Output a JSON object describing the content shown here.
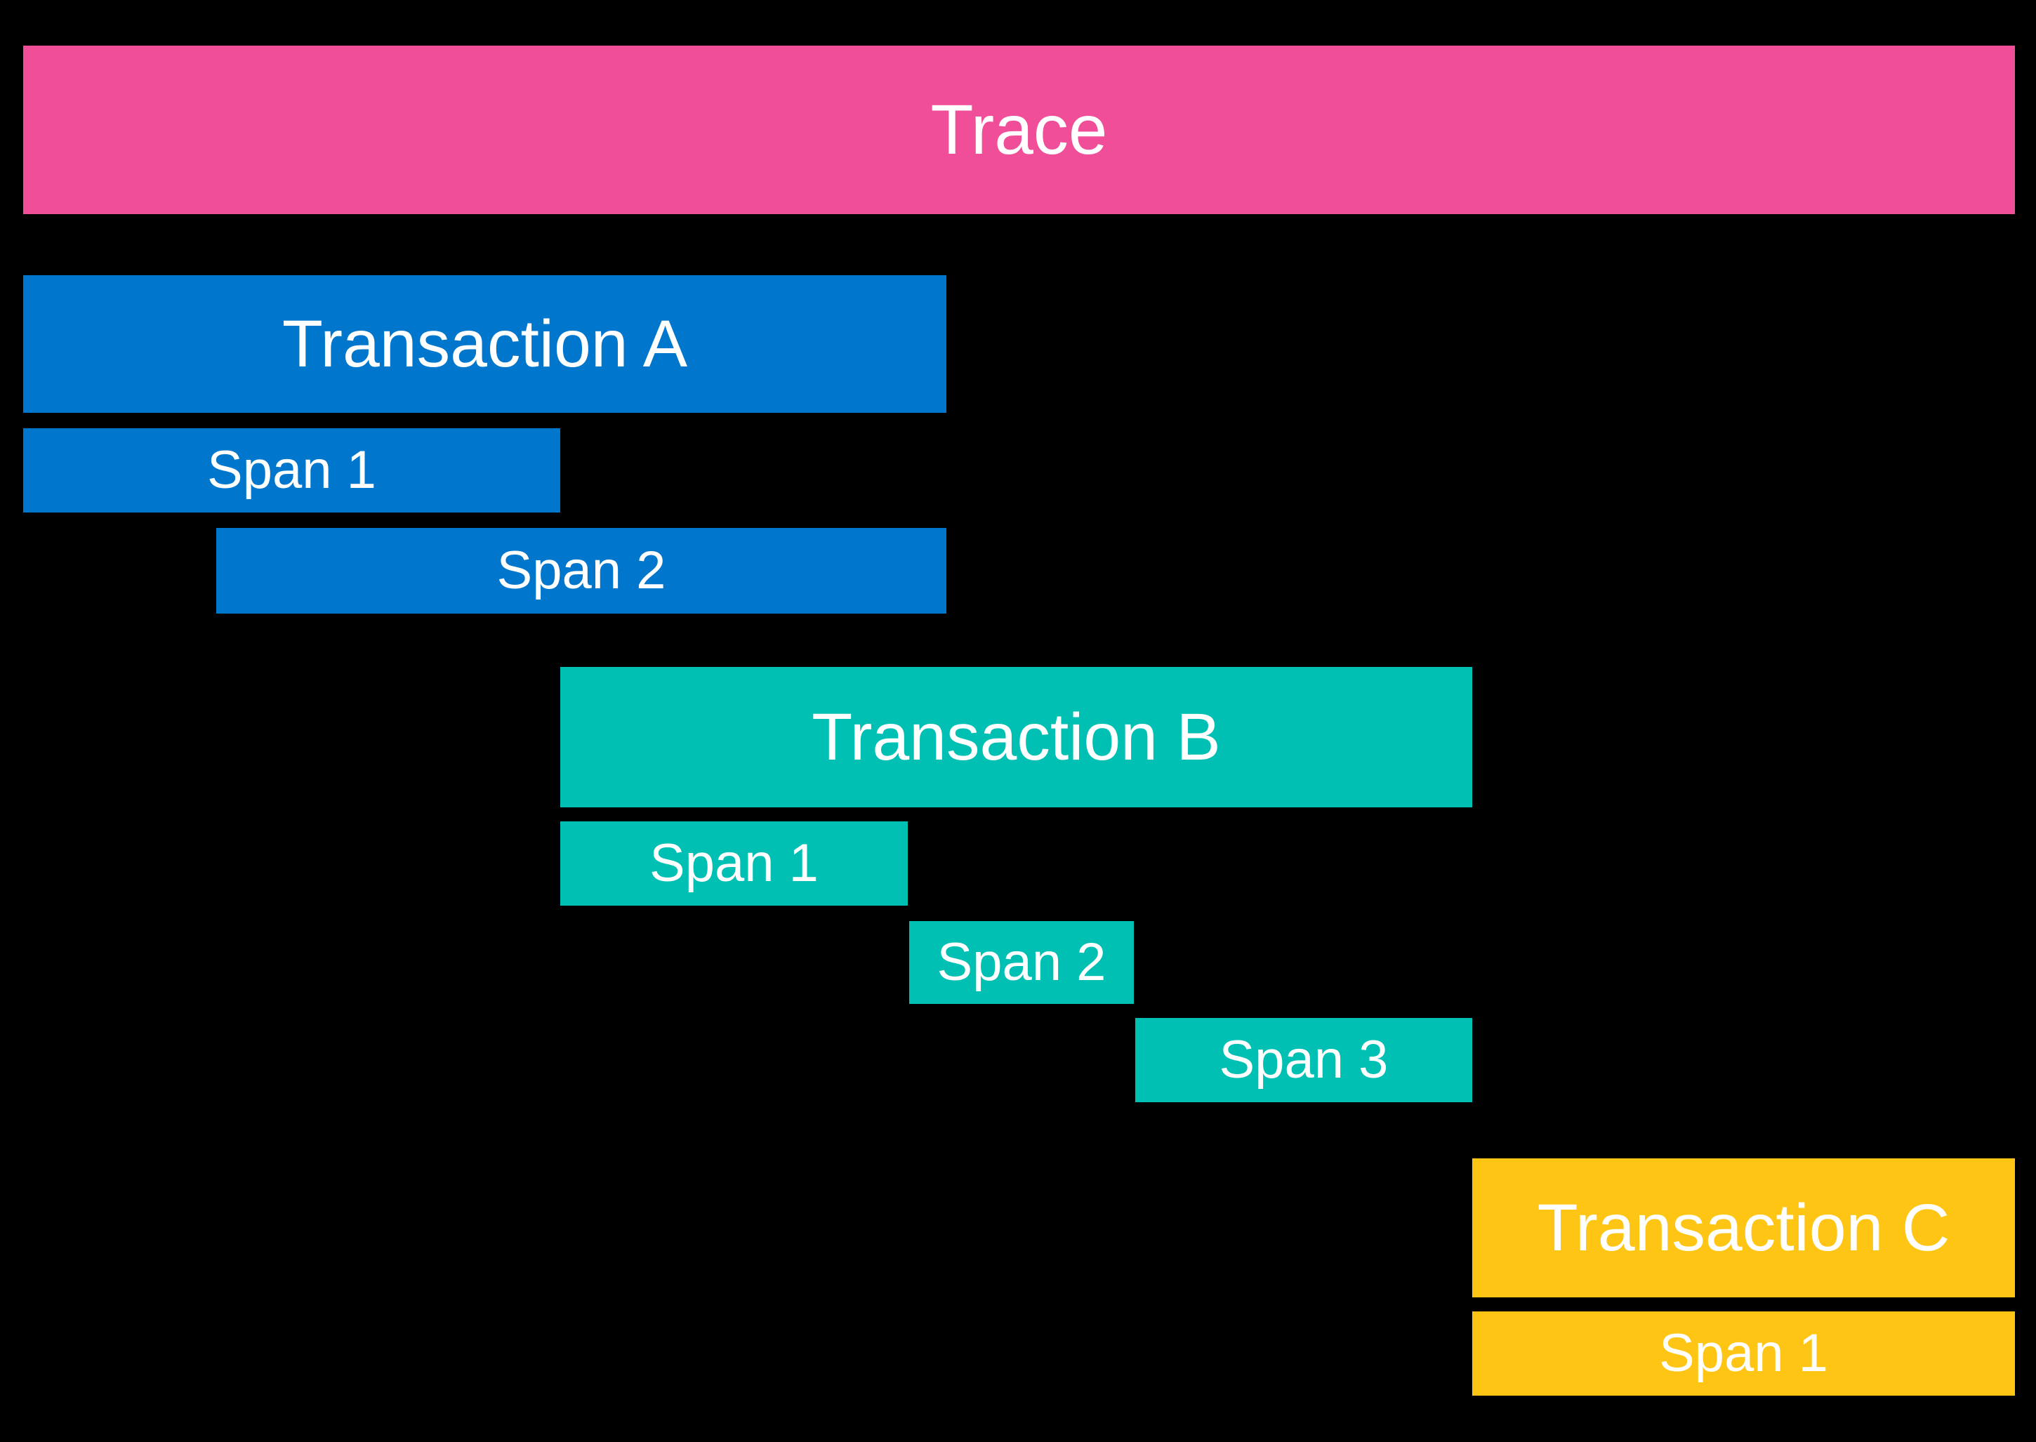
{
  "diagram": {
    "background_color": "#000000",
    "label_text_color": "#FFFFFF",
    "trace": {
      "label": "Trace",
      "color": "#F04E98"
    },
    "transactions": [
      {
        "label": "Transaction A",
        "color": "#0077CC",
        "spans": [
          {
            "label": "Span 1"
          },
          {
            "label": "Span 2"
          }
        ]
      },
      {
        "label": "Transaction B",
        "color": "#00BFB3",
        "spans": [
          {
            "label": "Span 1"
          },
          {
            "label": "Span 2"
          },
          {
            "label": "Span 3"
          }
        ]
      },
      {
        "label": "Transaction C",
        "color": "#FEC514",
        "spans": [
          {
            "label": "Span 1"
          }
        ]
      }
    ]
  }
}
